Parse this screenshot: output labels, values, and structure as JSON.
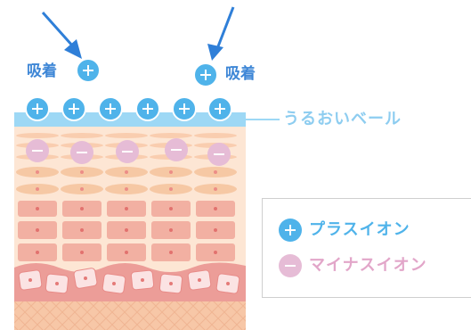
{
  "labels": {
    "adsorb_left": "吸着",
    "adsorb_right": "吸着",
    "veil": "うるおいベール"
  },
  "legend": {
    "plus": "プラスイオン",
    "minus": "マイナスイオン"
  },
  "colors": {
    "plus_ion": "#4fb3ea",
    "minus_ion": "#e6bcd6",
    "arrow": "#2f7fd8",
    "veil": "#9dd8f5",
    "veil_text": "#8ecdf0",
    "plus_text": "#4fb3ea",
    "minus_text": "#e2a6c9"
  },
  "icons": {
    "plus": "plus-ion-icon",
    "minus": "minus-ion-icon",
    "arrow": "arrow-icon"
  }
}
